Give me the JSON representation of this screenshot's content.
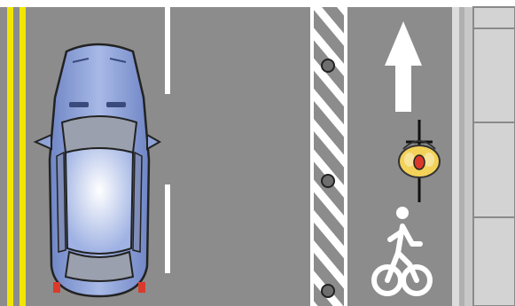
{
  "diagram": {
    "subject": "buffered-bike-lane-plan-view",
    "icons": [
      "car-icon",
      "bicyclist-icon",
      "bike-lane-arrow-icon",
      "bike-symbol-icon",
      "hatched-buffer",
      "sidewalk"
    ],
    "colors": {
      "pavement": "#8c8c8c",
      "double_yellow_line": "#f2e600",
      "lane_marking": "#ffffff",
      "buffer_post": "#6e6e6e",
      "sidewalk": "#c8c8c8",
      "car_body": "#8fa3d6",
      "cyclist_helmet": "#f3d25a",
      "cyclist_light": "#d93a2b"
    }
  }
}
